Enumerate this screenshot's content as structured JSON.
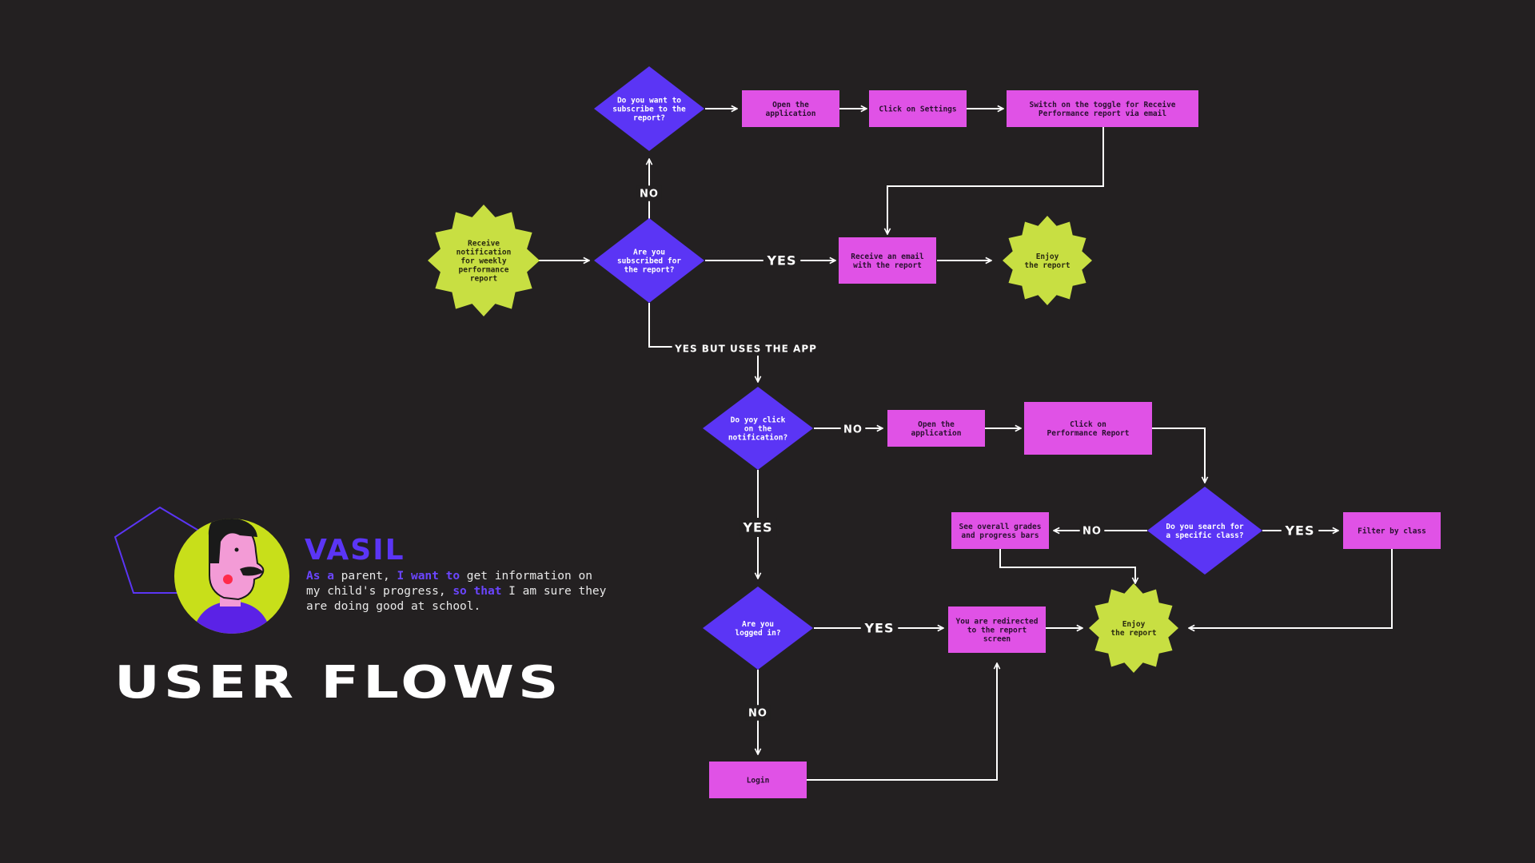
{
  "colors": {
    "background": "#232021",
    "decision": "#5b35f5",
    "action": "#e052e6",
    "terminal": "#c8df42",
    "edge": "#ffffff"
  },
  "persona": {
    "name": "VASIL",
    "story_parts": [
      {
        "text": "As a",
        "highlight": true
      },
      {
        "text": " parent, ",
        "highlight": false
      },
      {
        "text": "I want to",
        "highlight": true
      },
      {
        "text": " get information on my child's progress, ",
        "highlight": false
      },
      {
        "text": "so that",
        "highlight": true
      },
      {
        "text": " I am sure they are doing good at school.",
        "highlight": false
      }
    ],
    "avatar_icon": "person-avatar-icon",
    "shape_icon": "pentagon-outline-icon"
  },
  "page_title": "USER FLOWS",
  "diagram": {
    "nodes": [
      {
        "id": "start",
        "shape": "star",
        "lines": [
          "Receive",
          "notification",
          "for weekly",
          "performance",
          "report"
        ]
      },
      {
        "id": "q_subscribed",
        "shape": "diamond",
        "lines": [
          "Are you",
          "subscribed for",
          "the report?"
        ]
      },
      {
        "id": "q_want_subscribe",
        "shape": "diamond",
        "lines": [
          "Do you want to",
          "subscribe to the",
          "report?"
        ]
      },
      {
        "id": "open_app_1",
        "shape": "rect",
        "lines": [
          "Open the",
          "application"
        ]
      },
      {
        "id": "click_settings",
        "shape": "rect",
        "lines": [
          "Click on Settings"
        ]
      },
      {
        "id": "toggle",
        "shape": "rect",
        "lines": [
          "Switch on the toggle for Receive",
          "Performance report via email"
        ]
      },
      {
        "id": "receive_email",
        "shape": "rect",
        "lines": [
          "Receive an email",
          "with the report"
        ]
      },
      {
        "id": "enjoy_1",
        "shape": "star",
        "lines": [
          "Enjoy",
          "the report"
        ]
      },
      {
        "id": "q_click_notif",
        "shape": "diamond",
        "lines": [
          "Do yoy click",
          "on the",
          "notification?"
        ]
      },
      {
        "id": "open_app_2",
        "shape": "rect",
        "lines": [
          "Open the",
          "application"
        ]
      },
      {
        "id": "click_perf",
        "shape": "rect",
        "lines": [
          "Click on",
          "Performance Report"
        ]
      },
      {
        "id": "q_search_class",
        "shape": "diamond",
        "lines": [
          "Do you search for",
          "a specific class?"
        ]
      },
      {
        "id": "see_grades",
        "shape": "rect",
        "lines": [
          "See overall grades",
          "and progress bars"
        ]
      },
      {
        "id": "filter_class",
        "shape": "rect",
        "lines": [
          "Filter by class"
        ]
      },
      {
        "id": "q_logged_in",
        "shape": "diamond",
        "lines": [
          "Are you",
          "logged in?"
        ]
      },
      {
        "id": "redirected",
        "shape": "rect",
        "lines": [
          "You are redirected",
          "to the report",
          "screen"
        ]
      },
      {
        "id": "enjoy_2",
        "shape": "star",
        "lines": [
          "Enjoy",
          "the report"
        ]
      },
      {
        "id": "login",
        "shape": "rect",
        "lines": [
          "Login"
        ]
      }
    ],
    "edges": [
      {
        "from": "start",
        "to": "q_subscribed",
        "label": ""
      },
      {
        "from": "q_subscribed",
        "to": "q_want_subscribe",
        "label": "NO"
      },
      {
        "from": "q_want_subscribe",
        "to": "open_app_1",
        "label": ""
      },
      {
        "from": "open_app_1",
        "to": "click_settings",
        "label": ""
      },
      {
        "from": "click_settings",
        "to": "toggle",
        "label": ""
      },
      {
        "from": "toggle",
        "to": "receive_email",
        "label": ""
      },
      {
        "from": "q_subscribed",
        "to": "receive_email",
        "label": "YES"
      },
      {
        "from": "receive_email",
        "to": "enjoy_1",
        "label": ""
      },
      {
        "from": "q_subscribed",
        "to": "q_click_notif",
        "label": "YES BUT USES THE APP"
      },
      {
        "from": "q_click_notif",
        "to": "open_app_2",
        "label": "NO"
      },
      {
        "from": "open_app_2",
        "to": "click_perf",
        "label": ""
      },
      {
        "from": "click_perf",
        "to": "q_search_class",
        "label": ""
      },
      {
        "from": "q_search_class",
        "to": "see_grades",
        "label": "NO"
      },
      {
        "from": "q_search_class",
        "to": "filter_class",
        "label": "YES"
      },
      {
        "from": "see_grades",
        "to": "enjoy_2",
        "label": ""
      },
      {
        "from": "filter_class",
        "to": "enjoy_2",
        "label": ""
      },
      {
        "from": "q_click_notif",
        "to": "q_logged_in",
        "label": "YES"
      },
      {
        "from": "q_logged_in",
        "to": "redirected",
        "label": "YES"
      },
      {
        "from": "redirected",
        "to": "enjoy_2",
        "label": ""
      },
      {
        "from": "q_logged_in",
        "to": "login",
        "label": "NO"
      },
      {
        "from": "login",
        "to": "redirected",
        "label": ""
      }
    ]
  }
}
